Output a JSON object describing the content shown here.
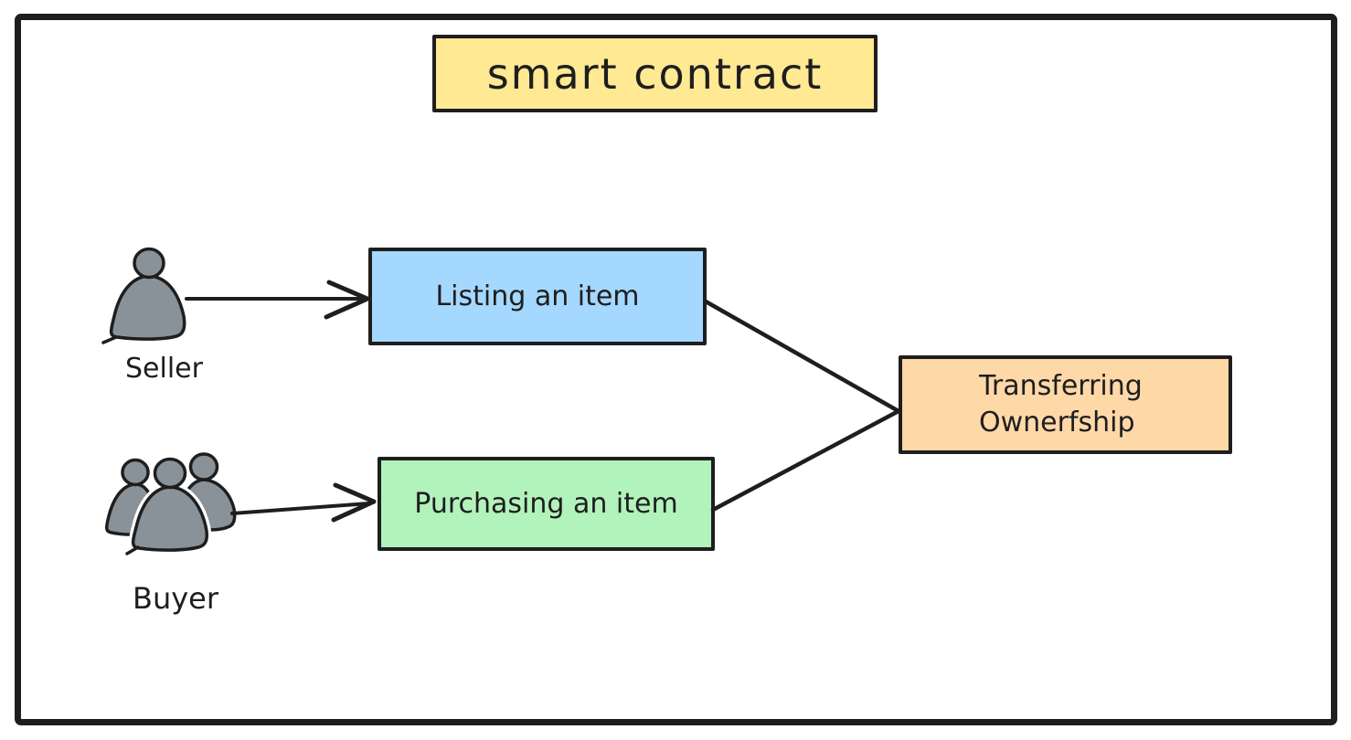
{
  "canvas": {
    "background": "#ffffff",
    "frame_color": "#1e1e1e",
    "stroke_color": "#1e1e1e"
  },
  "title": {
    "text": "smart contract",
    "fill": "#ffe993",
    "text_color": "#1e1e1e"
  },
  "actors": {
    "seller": {
      "label": "Seller",
      "icon": "person-icon",
      "icon_fill": "#8a9299"
    },
    "buyer": {
      "label": "Buyer",
      "icon": "people-group-icon",
      "icon_fill": "#8a9299"
    }
  },
  "nodes": {
    "listing": {
      "label": "Listing an item",
      "fill": "#a5d8ff"
    },
    "purchasing": {
      "label": "Purchasing an item",
      "fill": "#b2f2bb"
    },
    "transferring": {
      "label": "Transferring\nOwnerfship",
      "fill": "#ffd8a8"
    }
  },
  "edges": [
    {
      "from": "seller",
      "to": "listing",
      "type": "arrow"
    },
    {
      "from": "buyer",
      "to": "purchasing",
      "type": "arrow"
    },
    {
      "from": "listing",
      "to": "transferring",
      "type": "line"
    },
    {
      "from": "purchasing",
      "to": "transferring",
      "type": "line"
    }
  ]
}
